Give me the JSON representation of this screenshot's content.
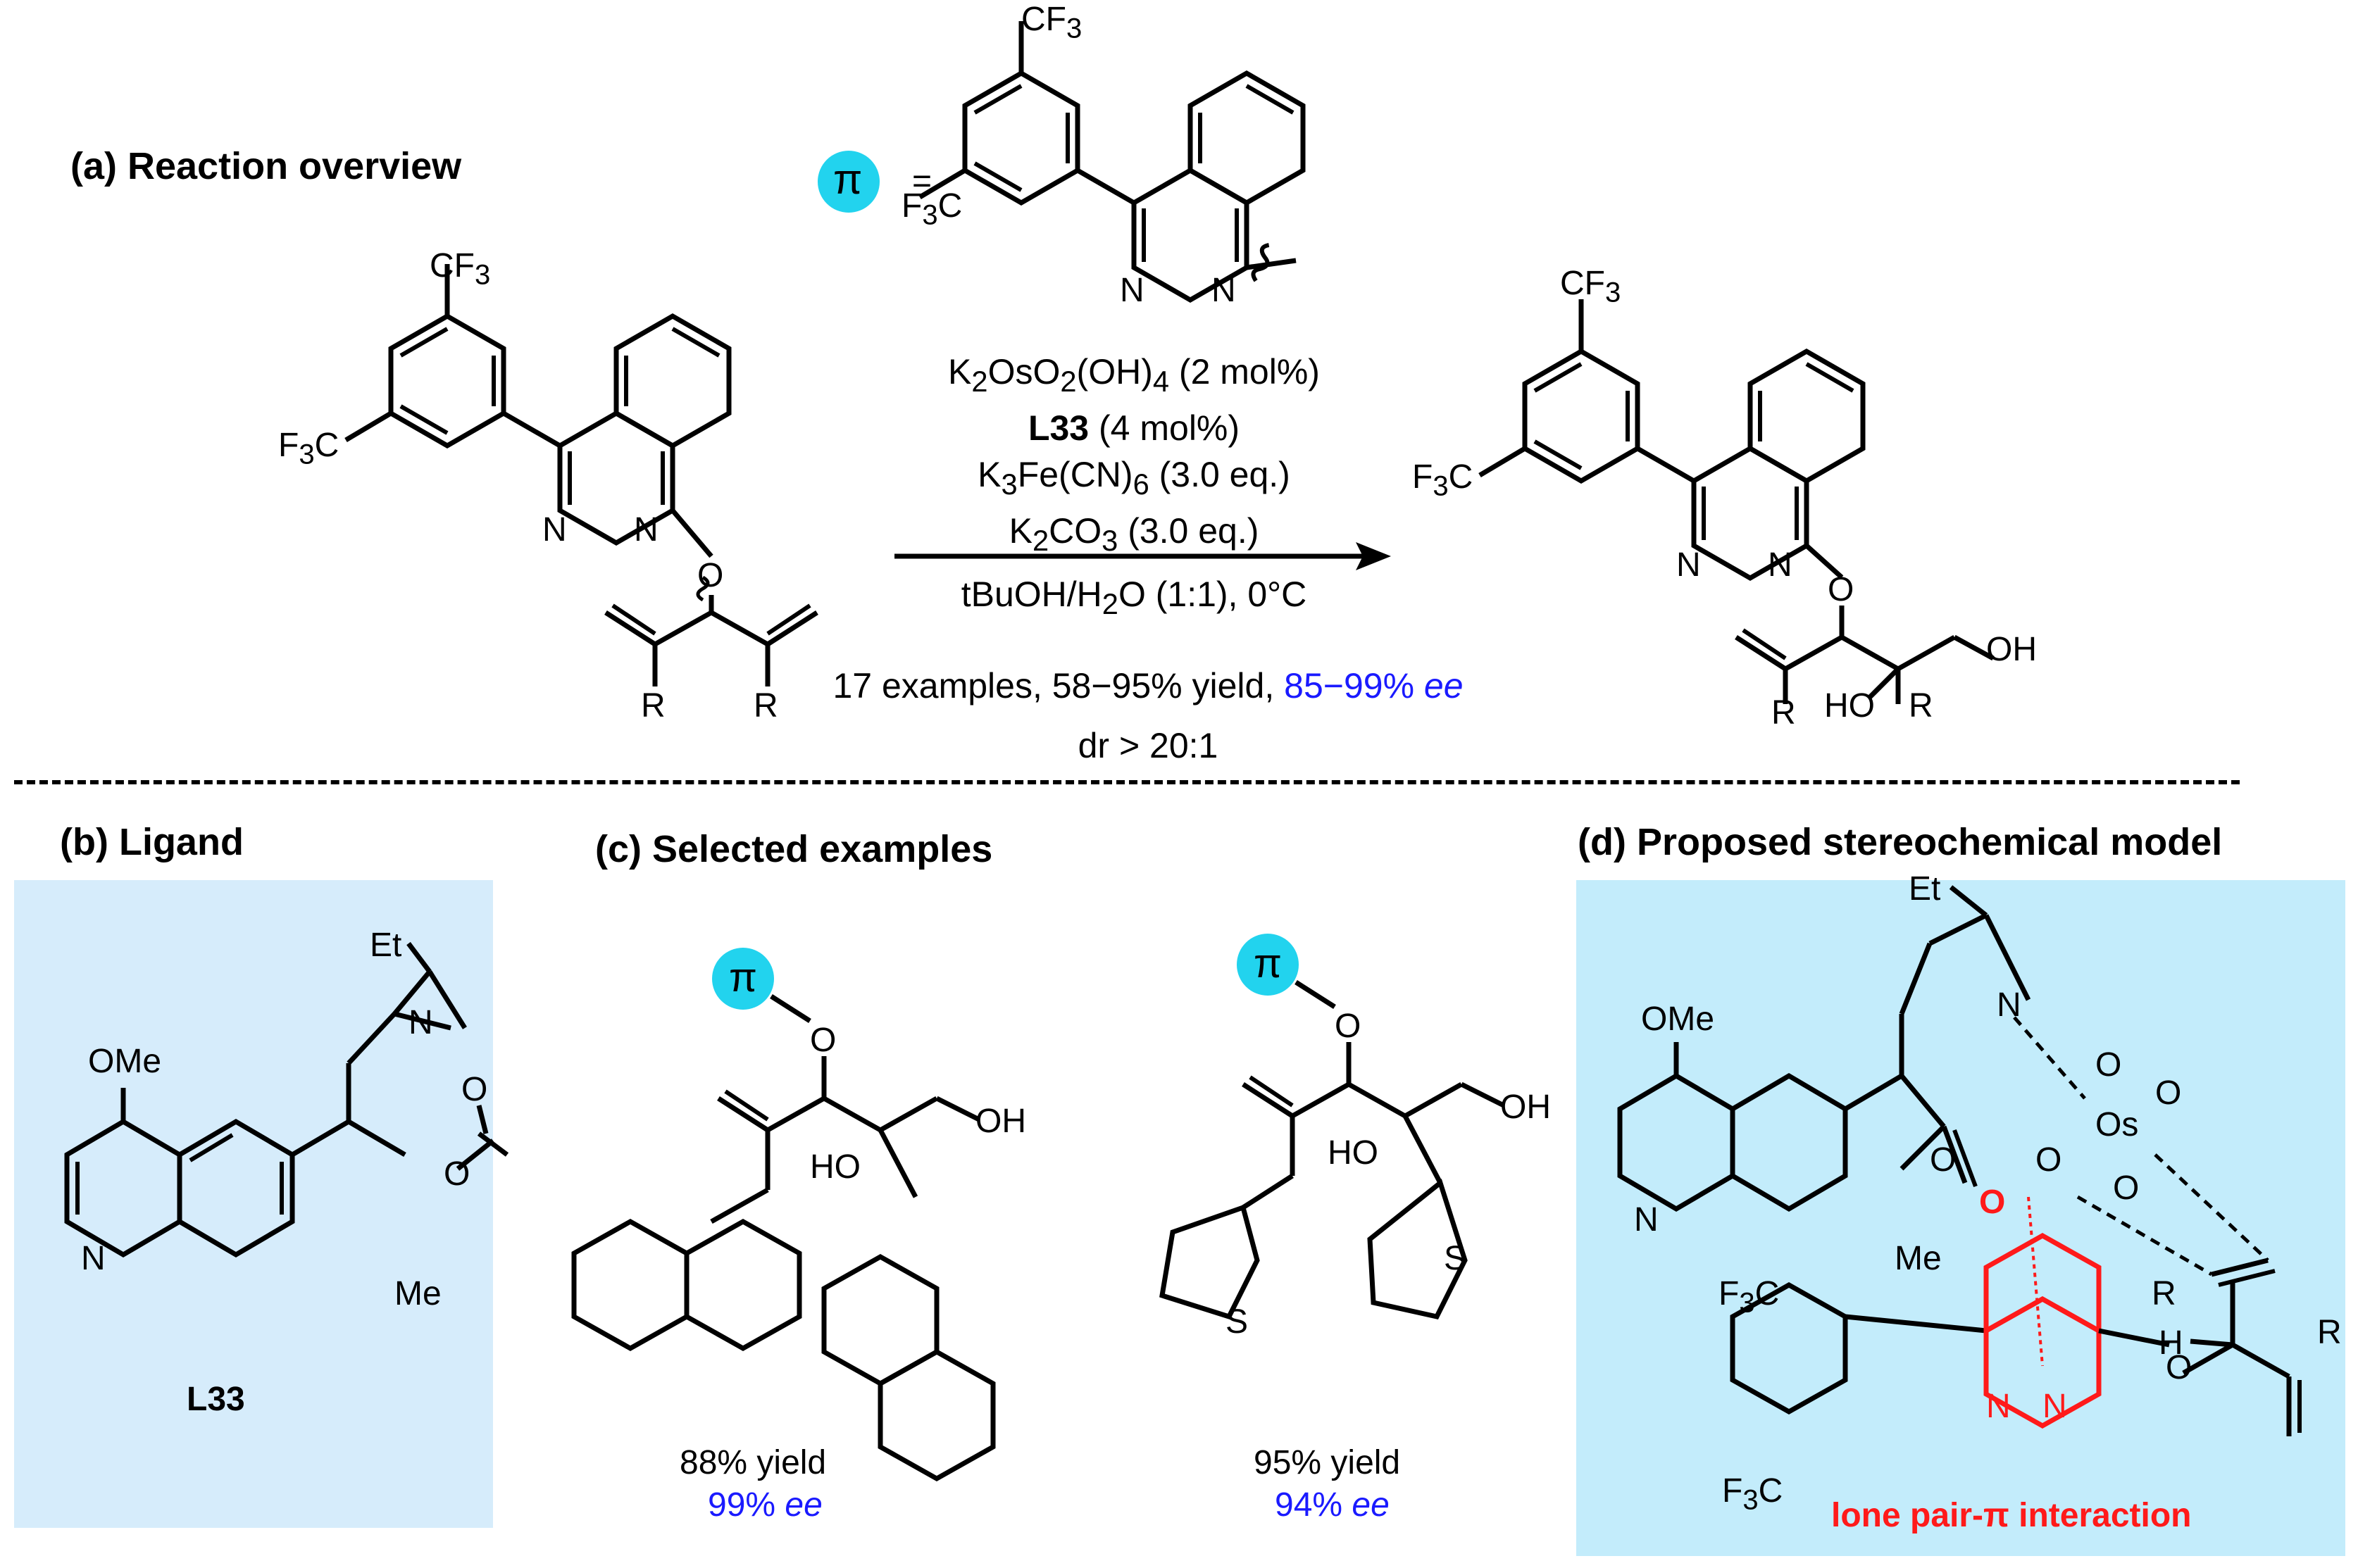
{
  "section_a": {
    "title": "(a) Reaction overview",
    "pi_symbol": "π",
    "equals": "=",
    "conditions": [
      {
        "pre": "K",
        "s1": "2",
        "mid": "OsO",
        "s2": "2",
        "mid2": "(OH)",
        "s3": "4",
        "post": " (2 mol%)"
      },
      {
        "bold": "L33",
        "post": "  (4 mol%)"
      },
      {
        "pre": "K",
        "s1": "3",
        "mid": "Fe(CN)",
        "s2": "6",
        "post": " (3.0 eq.)"
      },
      {
        "pre": "K",
        "s1": "2",
        "mid": "CO",
        "s2": "3",
        "post": " (3.0 eq.)"
      }
    ],
    "solvent": {
      "pre": "tBuOH/H",
      "sub": "2",
      "post": "O (1:1), 0°C"
    },
    "scope_text": "17 examples, 58−95% yield, ",
    "ee_range": "85−99% ",
    "ee_label": "ee",
    "dr": "dr > 20:1",
    "atoms": {
      "cf3": "CF",
      "cf3_sub": "3",
      "f3c": "F",
      "f3c_sub": "3",
      "f3c_tail": "C",
      "n": "N",
      "o": "O",
      "r": "R",
      "oh": "OH",
      "ho": "HO"
    }
  },
  "section_b": {
    "title": "(b) Ligand",
    "name": "L33",
    "atoms": {
      "ome": "OMe",
      "et": "Et",
      "n": "N",
      "o": "O",
      "me": "Me"
    },
    "panel_color": "#d6ecfb"
  },
  "section_c": {
    "title": "(c) Selected examples",
    "examples": [
      {
        "yield": "88% yield",
        "ee_value": "99% ",
        "ee_label": "ee"
      },
      {
        "yield": "95% yield",
        "ee_value": "94% ",
        "ee_label": "ee"
      }
    ],
    "atoms": {
      "o": "O",
      "oh": "OH",
      "ho": "HO",
      "s": "S",
      "pi": "π"
    }
  },
  "section_d": {
    "title": "(d) Proposed stereochemical model",
    "interaction": "lone pair-π interaction",
    "atoms": {
      "et": "Et",
      "ome": "OMe",
      "n": "N",
      "o": "O",
      "os": "Os",
      "me": "Me",
      "r": "R",
      "h": "H",
      "f3c": "F",
      "f3c_sub": "3",
      "f3c_tail": "C"
    },
    "panel_color": "#c3ecfb"
  },
  "colors": {
    "pi_badge": "#22d3ee",
    "blue_text": "#1a1aff",
    "highlight_red": "#ff1a1a"
  }
}
